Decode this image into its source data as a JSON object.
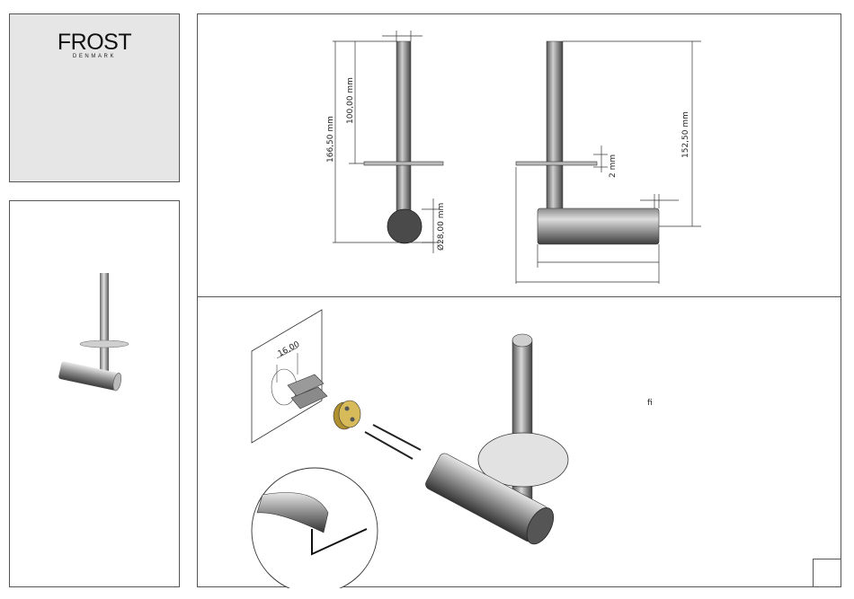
{
  "brand": {
    "name": "FROST",
    "sub": "DENMARK"
  },
  "dimensions": {
    "total_height": "166,50 mm",
    "upper_height": "100,00 mm",
    "diameter": "Ø28,00 mm",
    "side_height": "152,50 mm",
    "plate_thickness": "2 mm"
  },
  "install": {
    "drill_spacing": "16,00",
    "note_char": "ﬁ"
  },
  "colors": {
    "border": "#555555",
    "logo_bg": "#e6e6e6",
    "steel_dark": "#3a3a3a",
    "steel_light": "#d8d8d8",
    "brass": "#c9a94a"
  },
  "icons": {
    "allen_key": "allen-key-icon",
    "screw": "screw-icon",
    "wall_plug": "wall-plug-icon"
  }
}
